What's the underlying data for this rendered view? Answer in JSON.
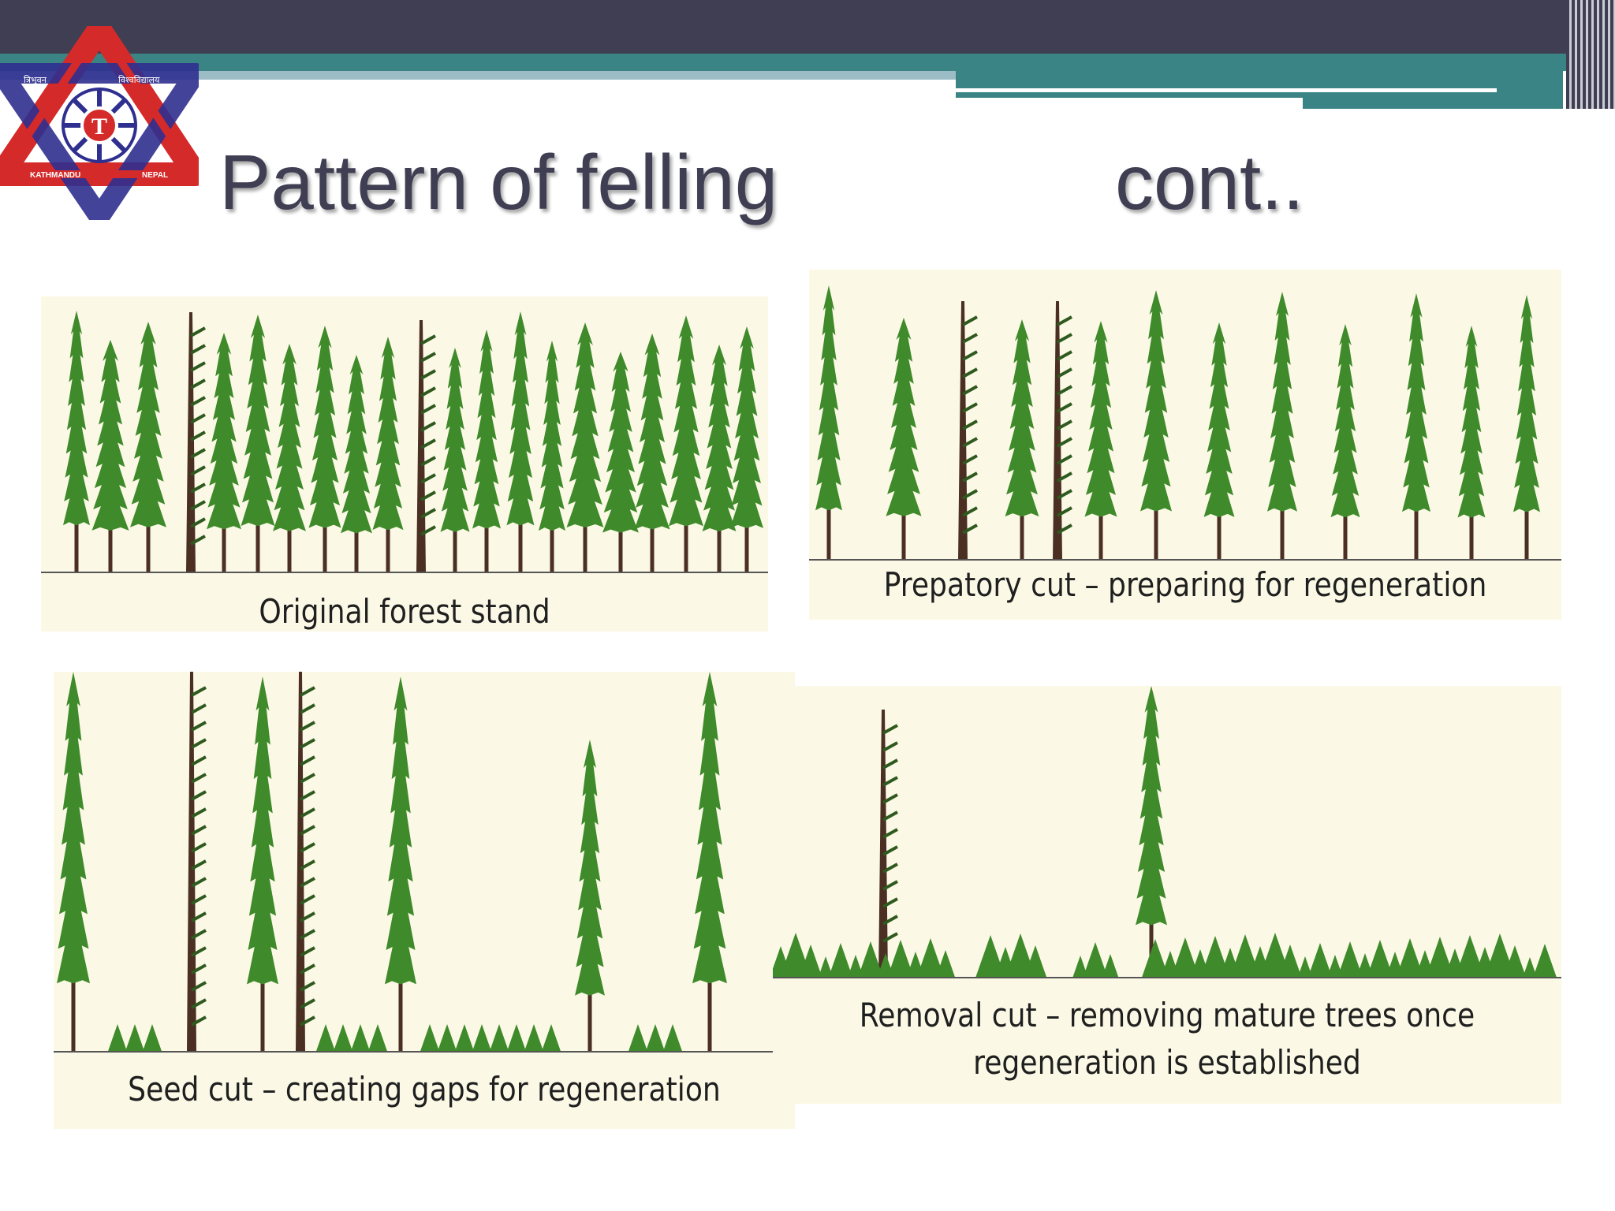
{
  "slide": {
    "title_main": "Pattern of felling",
    "title_cont": "cont..",
    "colors": {
      "header": "#3f3e52",
      "accent": "#3b8486",
      "panel_bg": "#fbf9e6",
      "tree_green": "#3f8a2a",
      "trunk": "#4a2f22"
    }
  },
  "logo": {
    "icon": "university-seal-icon",
    "text_left": "त्रिभुवन",
    "text_right": "विश्वविद्यालय",
    "text_bottom_left": "KATHMANDU",
    "text_bottom_right": "NEPAL",
    "center_letter": "T"
  },
  "panels": [
    {
      "id": "original",
      "caption": [
        "Original forest stand"
      ],
      "tree_icon": "conifer-tree-icon"
    },
    {
      "id": "prepatory",
      "caption": [
        "Prepatory cut – preparing for regeneration"
      ],
      "tree_icon": "conifer-tree-icon"
    },
    {
      "id": "seed",
      "caption": [
        "Seed cut – creating gaps for regeneration"
      ],
      "tree_icon": "conifer-tree-icon"
    },
    {
      "id": "removal",
      "caption": [
        "Removal cut – removing mature trees once",
        "regeneration is established"
      ],
      "tree_icon": "conifer-tree-icon"
    }
  ]
}
